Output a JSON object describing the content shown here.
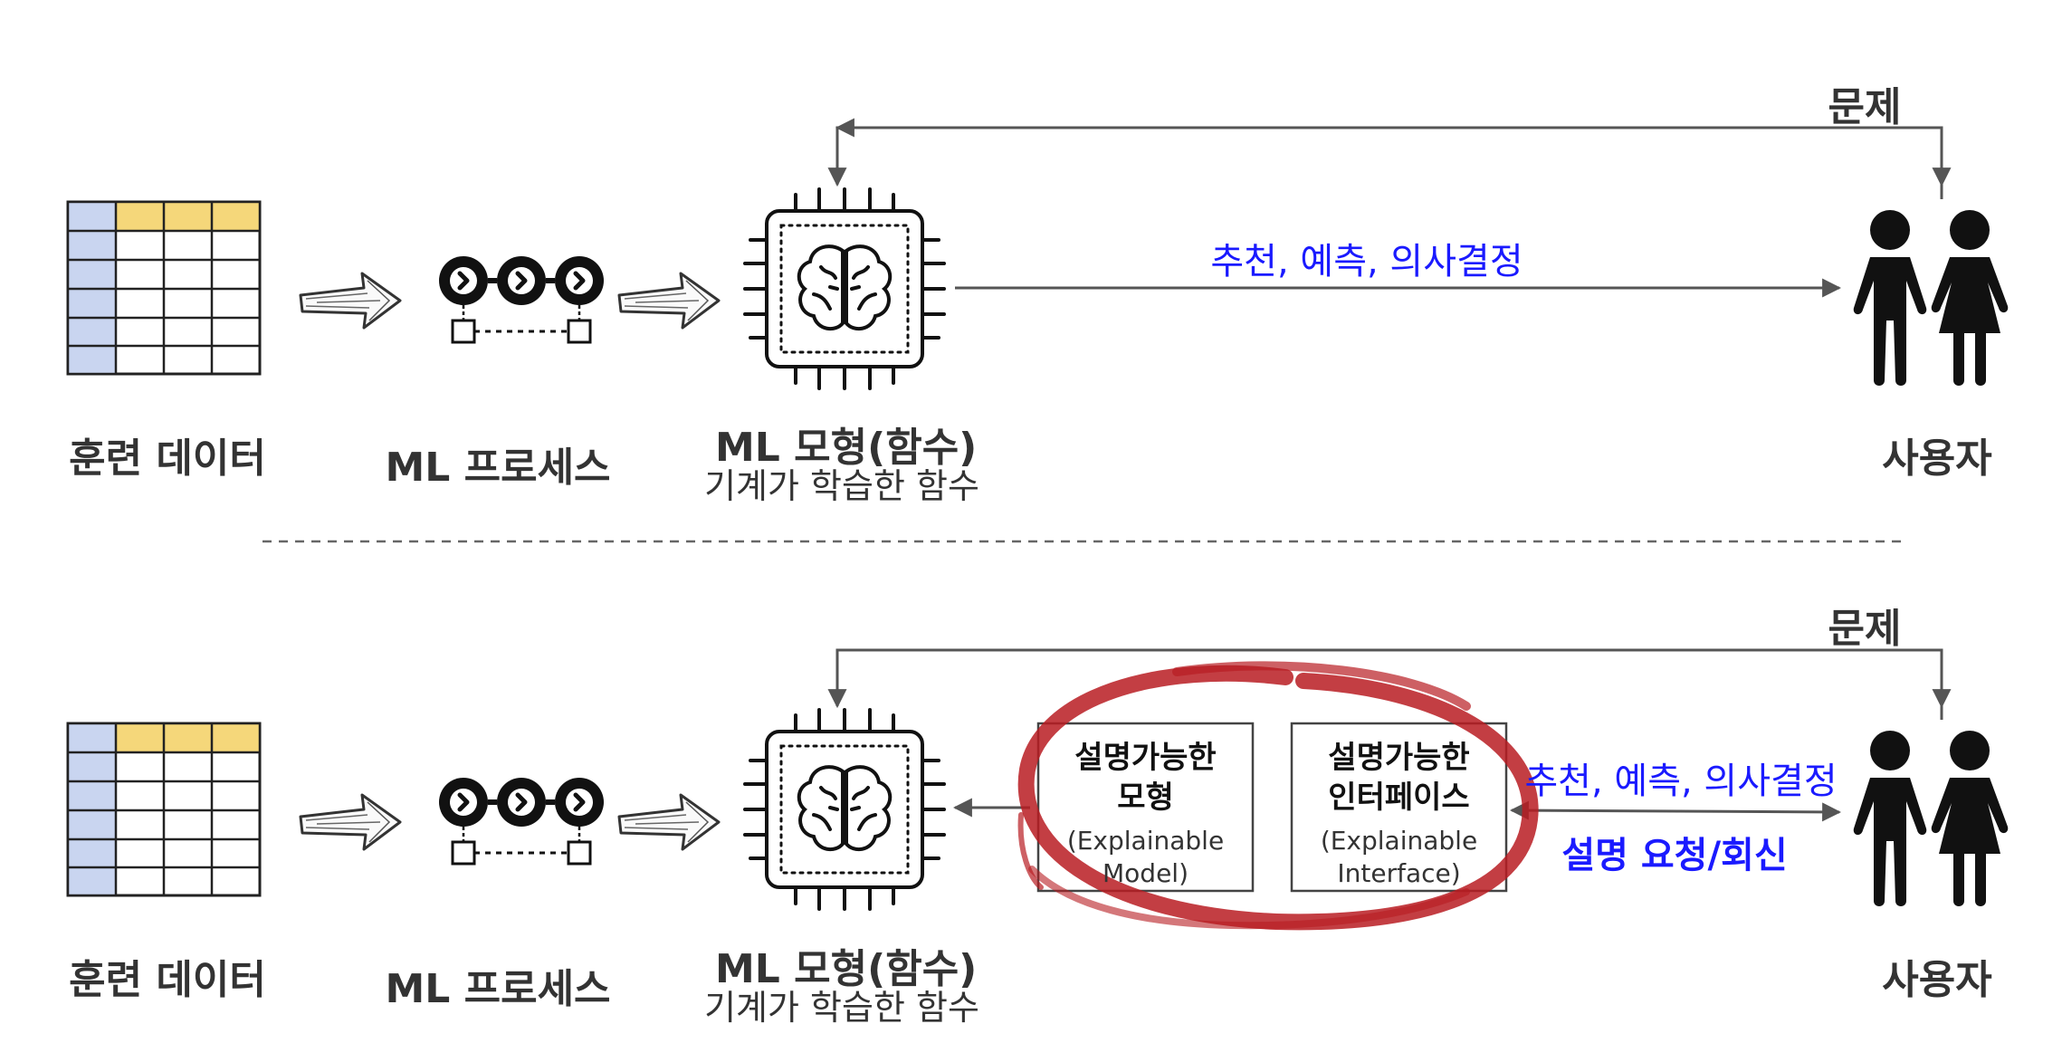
{
  "colors": {
    "header_yellow": "#f5d77a",
    "index_blue": "#c9d5f0",
    "recommend_text": "#1a1aff",
    "highlight_circle": "#b81c22",
    "arrow_gray": "#555555"
  },
  "top_pipeline": {
    "training_data_label": "훈련 데이터",
    "ml_process_label": "ML 프로세스",
    "ml_model_label": "ML 모형(함수)",
    "ml_model_sub": "기계가 학습한 함수",
    "problem_label": "문제",
    "recommend_label": "추천, 예측, 의사결정",
    "user_label": "사용자"
  },
  "bottom_pipeline": {
    "training_data_label": "훈련 데이터",
    "ml_process_label": "ML 프로세스",
    "ml_model_label": "ML 모형(함수)",
    "ml_model_sub": "기계가 학습한 함수",
    "problem_label": "문제",
    "explainable_model_title_1": "설명가능한",
    "explainable_model_title_2": "모형",
    "explainable_model_sub_1": "(Explainable",
    "explainable_model_sub_2": "Model)",
    "explainable_interface_title_1": "설명가능한",
    "explainable_interface_title_2": "인터페이스",
    "explainable_interface_sub_1": "(Explainable",
    "explainable_interface_sub_2": "Interface)",
    "recommend_label": "추천, 예측, 의사결정",
    "explain_request_label": "설명 요청/회신",
    "user_label": "사용자"
  },
  "icons": [
    "table-icon",
    "pipeline-icon",
    "ai-chip-brain-icon",
    "users-icon",
    "hand-drawn-arrow-icon"
  ]
}
